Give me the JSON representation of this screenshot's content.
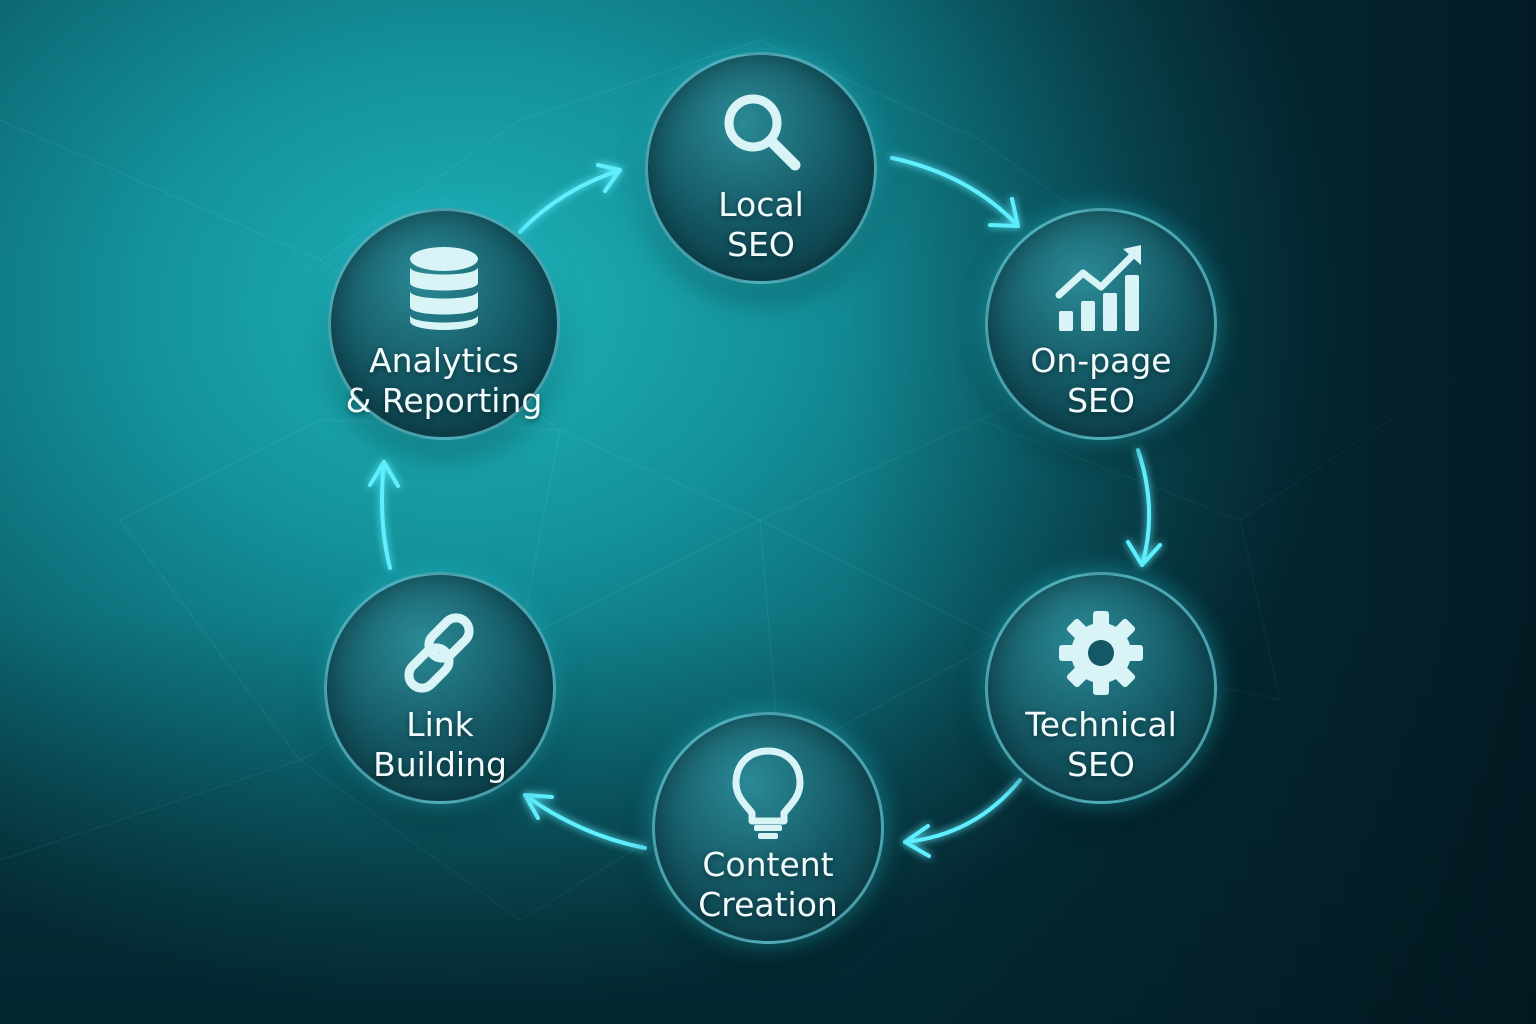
{
  "diagram": {
    "nodes": [
      {
        "id": "local-seo",
        "icon": "magnifier-icon",
        "lines": [
          "Local",
          "SEO"
        ]
      },
      {
        "id": "on-page-seo",
        "icon": "chart-growth-icon",
        "lines": [
          "On-page",
          "SEO"
        ]
      },
      {
        "id": "technical-seo",
        "icon": "gear-icon",
        "lines": [
          "Technical",
          "SEO"
        ]
      },
      {
        "id": "content-creation",
        "icon": "lightbulb-icon",
        "lines": [
          "Content",
          "Creation"
        ]
      },
      {
        "id": "link-building",
        "icon": "chain-link-icon",
        "lines": [
          "Link",
          "Building"
        ]
      },
      {
        "id": "analytics-reporting",
        "icon": "database-icon",
        "lines": [
          "Analytics",
          "& Reporting"
        ]
      }
    ],
    "flow": "clockwise",
    "colors": {
      "glow": "#3fe6f5",
      "icon": "#d8f4f6",
      "text": "#f2fbfc"
    }
  }
}
